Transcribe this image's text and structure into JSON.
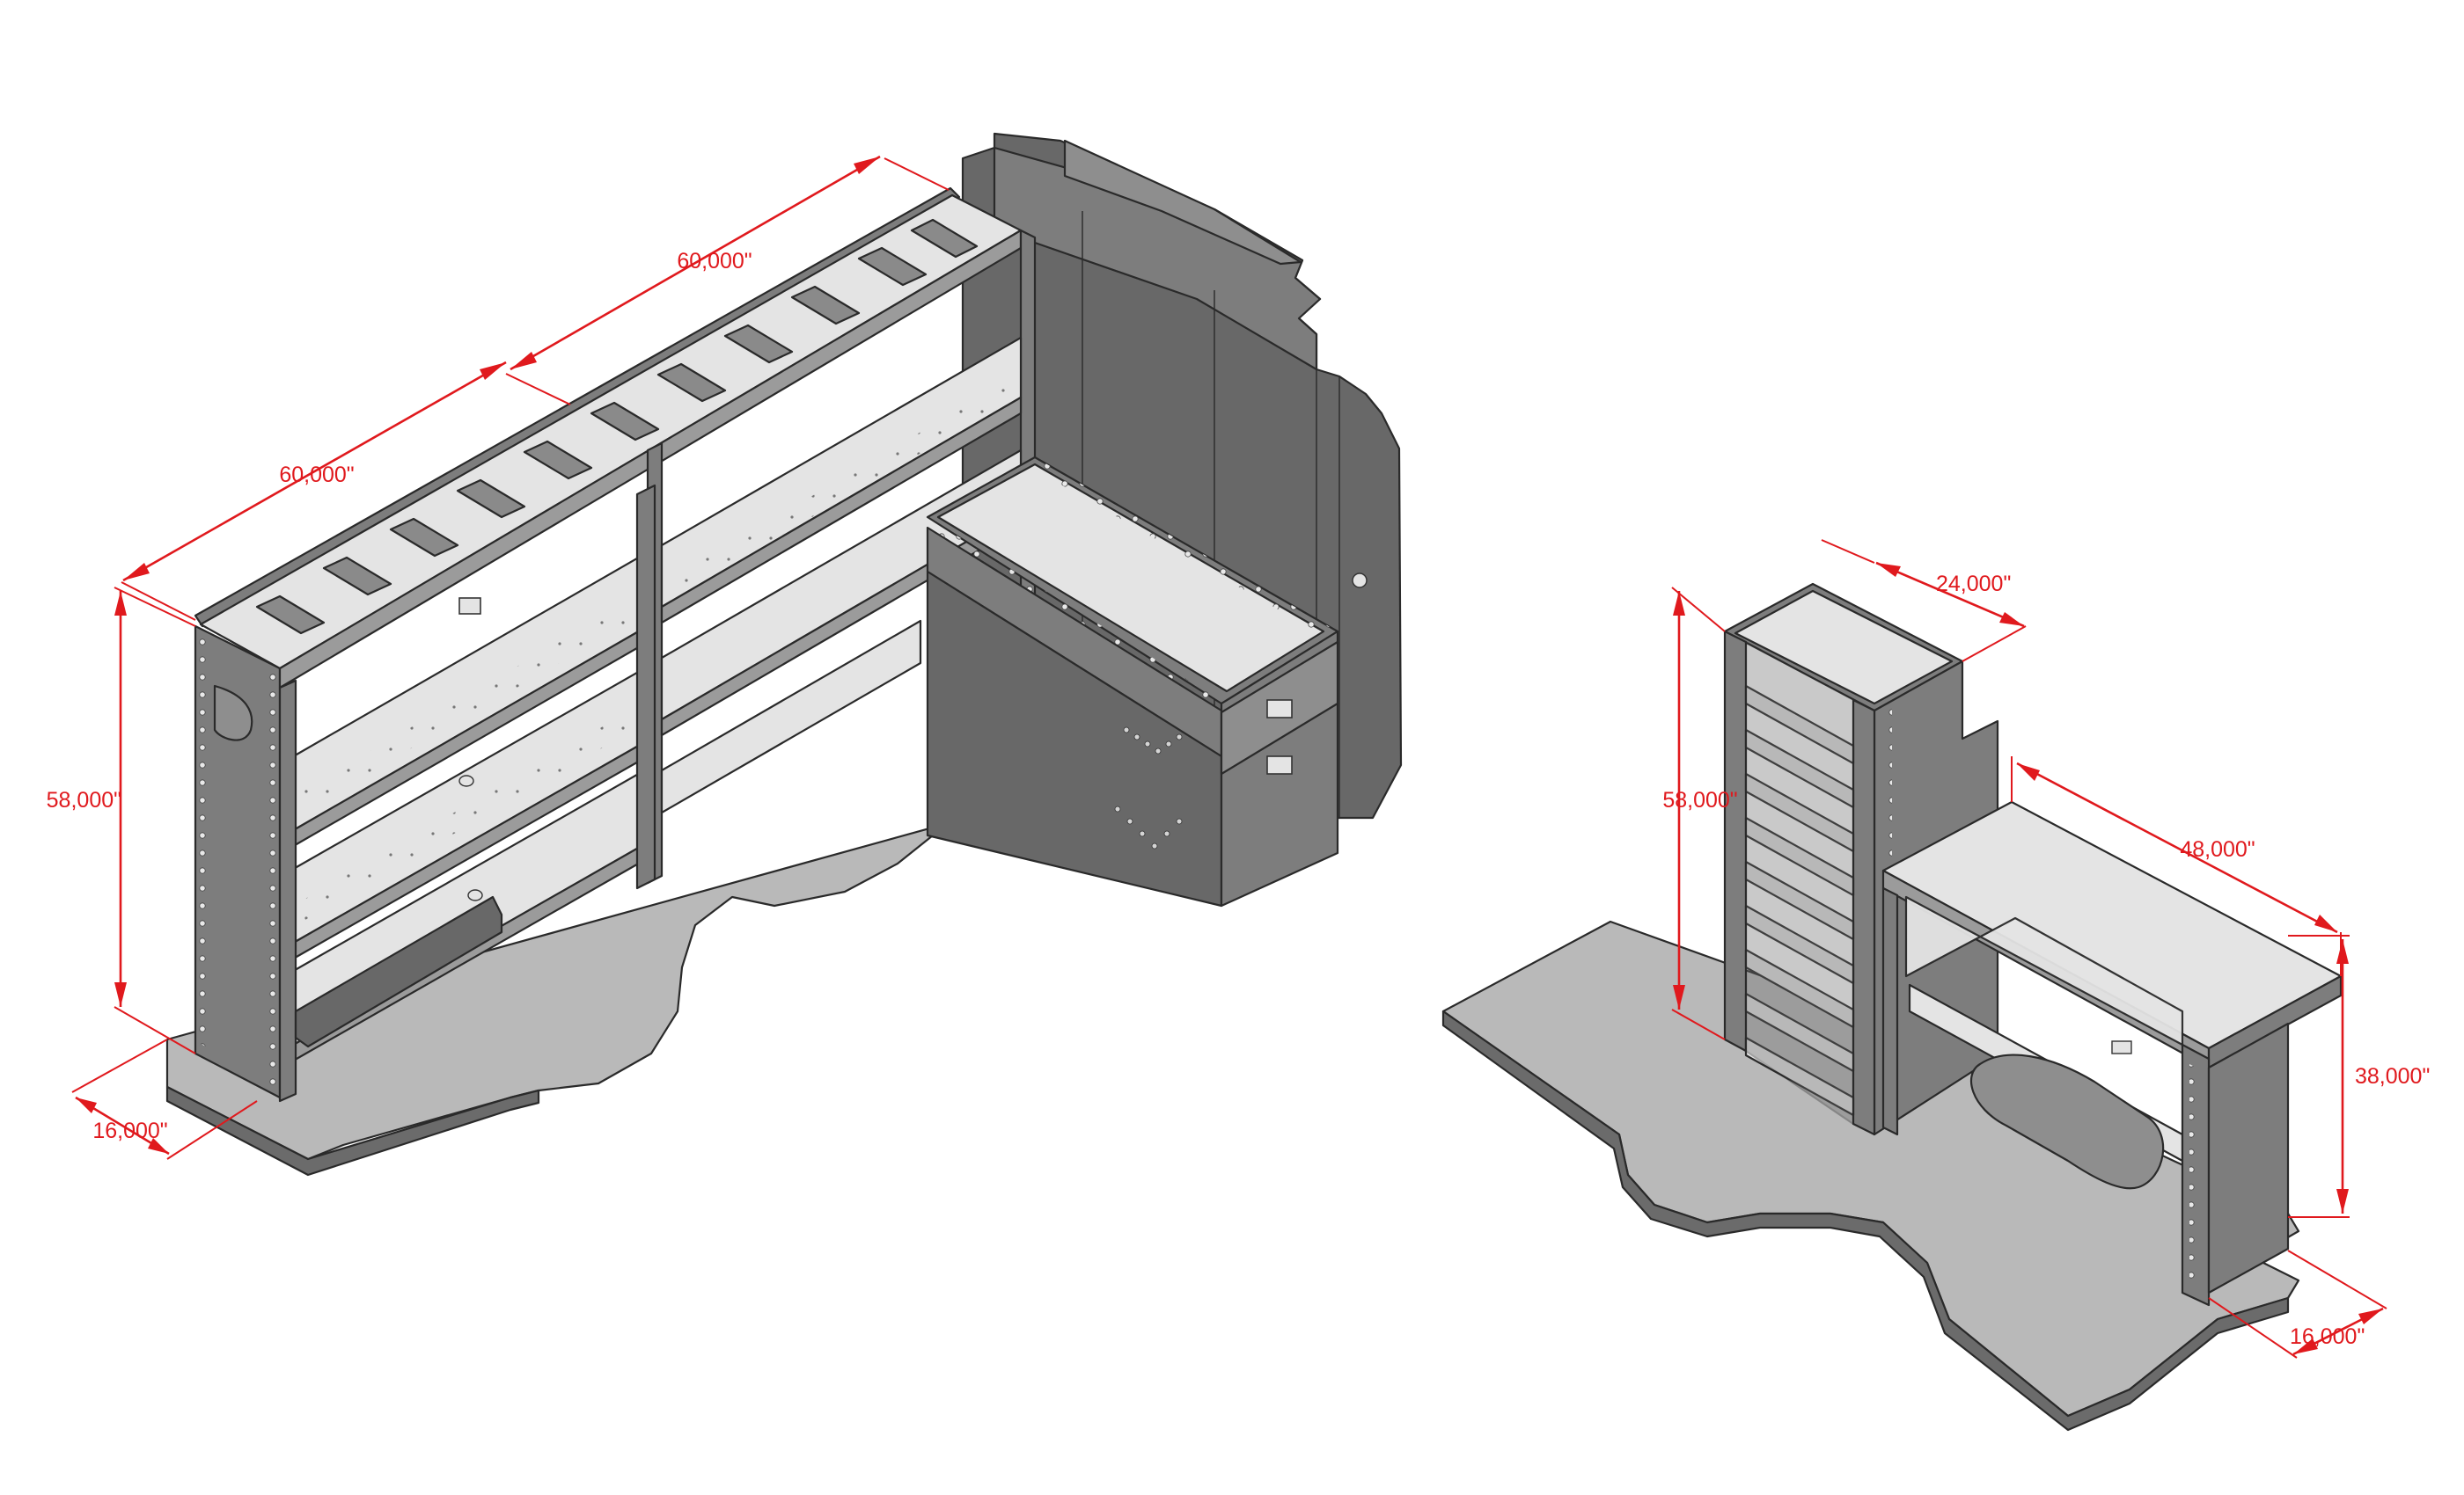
{
  "figure": {
    "left_assembly": {
      "dimensions": {
        "upper_shelf_width": "60,000\"",
        "lower_shelf_width": "60,000\"",
        "height": "58,000\"",
        "depth": "16,000\""
      }
    },
    "right_assembly": {
      "dimensions": {
        "tall_unit_width": "24,000\"",
        "tall_unit_height": "58,000\"",
        "bench_width": "48,000\"",
        "bench_height": "38,000\"",
        "bench_depth": "16,000\""
      }
    }
  },
  "colors": {
    "dimension": "#e0191d",
    "metal": "#7d7d7d",
    "shelf_surface": "#e4e4e4",
    "floor": "#b9b9b9",
    "background": "#ffffff"
  }
}
